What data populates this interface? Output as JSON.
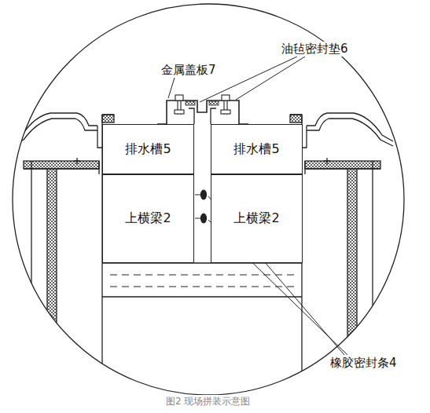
{
  "diagram": {
    "caption": "图2 现场拼装示意图",
    "nodes": [
      {
        "text": [
          "排水槽5"
        ]
      },
      {
        "text": [
          "排水槽5"
        ]
      },
      {
        "text": [
          "上横梁2"
        ]
      },
      {
        "text": [
          "上横梁2"
        ]
      }
    ],
    "labels": [
      "金属盖板7",
      "油毡密封垫6",
      "橡胶密封条4"
    ]
  }
}
